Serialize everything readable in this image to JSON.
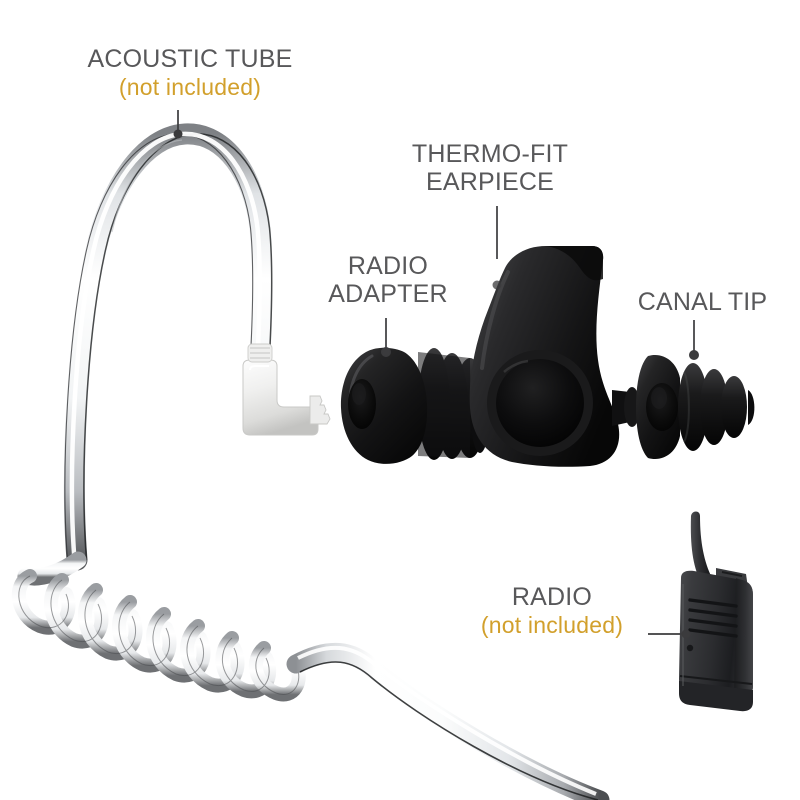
{
  "diagram": {
    "title": "Acoustic tube earpiece exploded parts diagram",
    "background_color": "#ffffff",
    "label_color": "#58585a",
    "note_color": "#d2a02c",
    "leader_color": "#3b3b3d"
  },
  "labels": [
    {
      "id": "acoustic-tube",
      "line1": "ACOUSTIC TUBE",
      "line2": "(not included)",
      "has_note": true
    },
    {
      "id": "thermo-fit-earpiece",
      "line1": "THERMO-FIT",
      "line2": "EARPIECE",
      "has_note": false
    },
    {
      "id": "radio-adapter",
      "line1": "RADIO",
      "line2": "ADAPTER",
      "has_note": false
    },
    {
      "id": "canal-tip",
      "line1": "CANAL TIP",
      "line2": "",
      "has_note": false
    },
    {
      "id": "radio",
      "line1": "RADIO",
      "line2": "(not included)",
      "has_note": true
    }
  ],
  "parts": {
    "acoustic_tube": {
      "name": "acoustic tube",
      "material": "clear translucent vinyl",
      "features": "hairpin bend, coiled section, elbow connector"
    },
    "radio_adapter": {
      "name": "radio adapter",
      "color": "#121212",
      "features": "ribbed barrel, center bore"
    },
    "thermo_fit_earpiece": {
      "name": "thermo-fit earpiece",
      "color": "#111111",
      "features": "saddle notch, circular speaker recess"
    },
    "canal_tip": {
      "name": "canal tip",
      "color": "#0f0f0f",
      "features": "flared funnel, three stacked flanges"
    },
    "radio": {
      "name": "two-way radio",
      "color": "#2a2a2c",
      "features": "antenna, speaker grille, belt clip"
    }
  }
}
